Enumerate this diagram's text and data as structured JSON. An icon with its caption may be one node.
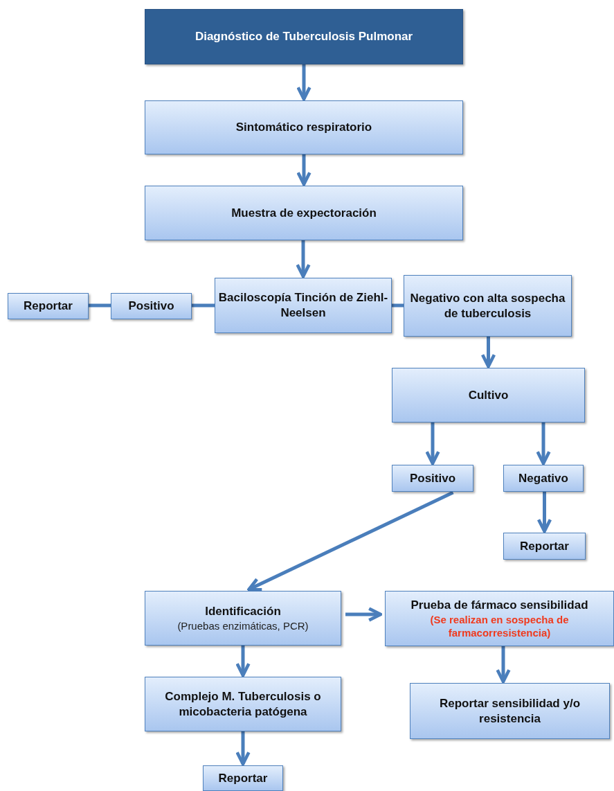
{
  "diagram": {
    "nodes": [
      {
        "text": [
          "Diagnóstico de Tuberculosis Pulmonar"
        ]
      },
      {
        "text": [
          "Sintomático respiratorio"
        ]
      },
      {
        "text": [
          "Muestra de expectoración"
        ]
      },
      {
        "text": [
          "Baciloscopía Tinción de Ziehl-Neelsen"
        ]
      },
      {
        "text": [
          "Reportar"
        ]
      },
      {
        "text": [
          "Positivo"
        ]
      },
      {
        "text": [
          "Negativo con alta sospecha de tuberculosis"
        ]
      },
      {
        "text": [
          "Cultivo"
        ]
      },
      {
        "text": [
          "Positivo"
        ]
      },
      {
        "text": [
          "Negativo"
        ]
      },
      {
        "text": [
          "Reportar"
        ]
      },
      {
        "text": [
          "Identificación",
          "(Pruebas enzimáticas,  PCR)"
        ]
      },
      {
        "text": [
          "Prueba de fármaco sensibilidad",
          "(Se realizan en sospecha de farmacorresistencia)"
        ]
      },
      {
        "text": [
          "Complejo M. Tuberculosis o micobacteria patógena"
        ]
      },
      {
        "text": [
          "Reportar sensibilidad y/o resistencia"
        ]
      },
      {
        "text": [
          "Reportar"
        ]
      }
    ],
    "edges": [
      {
        "from": 0,
        "to": 1,
        "arrow": "to"
      },
      {
        "from": 1,
        "to": 2,
        "arrow": "to"
      },
      {
        "from": 2,
        "to": 3,
        "arrow": "to"
      },
      {
        "from": 3,
        "to": 5,
        "arrow": "none"
      },
      {
        "from": 5,
        "to": 4,
        "arrow": "none"
      },
      {
        "from": 3,
        "to": 6,
        "arrow": "none"
      },
      {
        "from": 6,
        "to": 7,
        "arrow": "to"
      },
      {
        "from": 7,
        "to": 8,
        "arrow": "to"
      },
      {
        "from": 7,
        "to": 9,
        "arrow": "to"
      },
      {
        "from": 9,
        "to": 10,
        "arrow": "to"
      },
      {
        "from": 8,
        "to": 11,
        "arrow": "to"
      },
      {
        "from": 11,
        "to": 12,
        "arrow": "to"
      },
      {
        "from": 12,
        "to": 14,
        "arrow": "to"
      },
      {
        "from": 11,
        "to": 13,
        "arrow": "to"
      },
      {
        "from": 13,
        "to": 15,
        "arrow": "to"
      }
    ]
  }
}
